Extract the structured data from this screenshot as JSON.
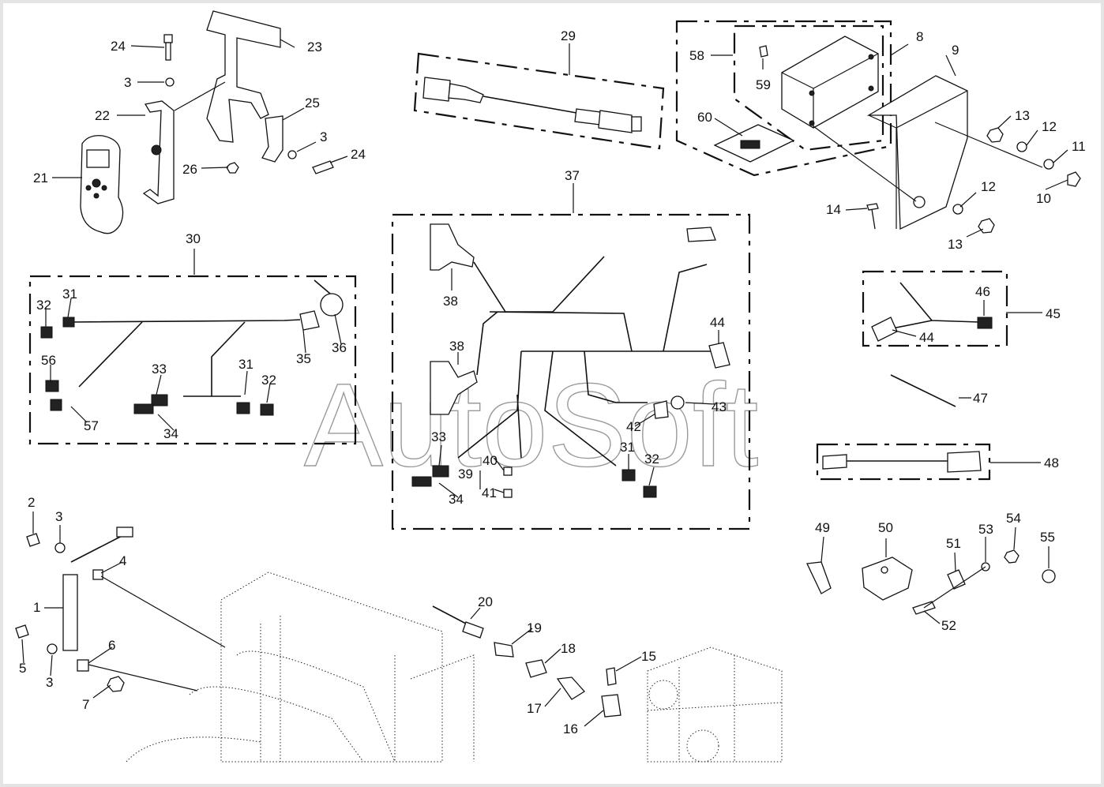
{
  "watermark": "AutoSoft",
  "colors": {
    "background": "#e4e4e4",
    "sheet": "#ffffff",
    "ink": "#111111"
  },
  "labels": {
    "l1": "1",
    "l2": "2",
    "l3": "3",
    "l4": "4",
    "l5": "5",
    "l6": "6",
    "l7": "7",
    "l8": "8",
    "l9": "9",
    "l10": "10",
    "l11": "11",
    "l12": "12",
    "l13": "13",
    "l14": "14",
    "l15": "15",
    "l16": "16",
    "l17": "17",
    "l18": "18",
    "l19": "19",
    "l20": "20",
    "l21": "21",
    "l22": "22",
    "l23": "23",
    "l24": "24",
    "l25": "25",
    "l26": "26",
    "l29": "29",
    "l30": "30",
    "l31": "31",
    "l32": "32",
    "l33": "33",
    "l34": "34",
    "l35": "35",
    "l36": "36",
    "l37": "37",
    "l38": "38",
    "l39": "39",
    "l40": "40",
    "l41": "41",
    "l42": "42",
    "l43": "43",
    "l44": "44",
    "l45": "45",
    "l46": "46",
    "l47": "47",
    "l48": "48",
    "l49": "49",
    "l50": "50",
    "l51": "51",
    "l52": "52",
    "l53": "53",
    "l54": "54",
    "l55": "55",
    "l56": "56",
    "l57": "57",
    "l58": "58",
    "l59": "59",
    "l60": "60"
  }
}
